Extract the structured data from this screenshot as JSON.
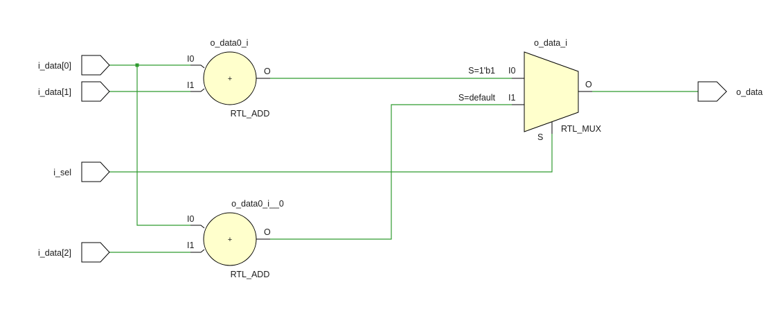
{
  "schematic": {
    "input_ports": [
      {
        "label": "i_data[0]"
      },
      {
        "label": "i_data[1]"
      },
      {
        "label": "i_sel"
      },
      {
        "label": "i_data[2]"
      }
    ],
    "output_ports": [
      {
        "label": "o_data"
      }
    ],
    "cells": {
      "adder0": {
        "instance": "o_data0_i",
        "type": "RTL_ADD",
        "symbol": "+",
        "pins": {
          "in0": "I0",
          "in1": "I1",
          "out": "O"
        }
      },
      "adder1": {
        "instance": "o_data0_i__0",
        "type": "RTL_ADD",
        "symbol": "+",
        "pins": {
          "in0": "I0",
          "in1": "I1",
          "out": "O"
        }
      },
      "mux": {
        "instance": "o_data_i",
        "type": "RTL_MUX",
        "pins": {
          "in0": "I0",
          "in1": "I1",
          "sel": "S",
          "out": "O"
        },
        "conditions": {
          "in0": "S=1'b1",
          "in1": "S=default"
        }
      }
    },
    "colors": {
      "wire": "#2e9a2e",
      "cell_fill": "#ffffcc",
      "outline": "#000000"
    }
  }
}
